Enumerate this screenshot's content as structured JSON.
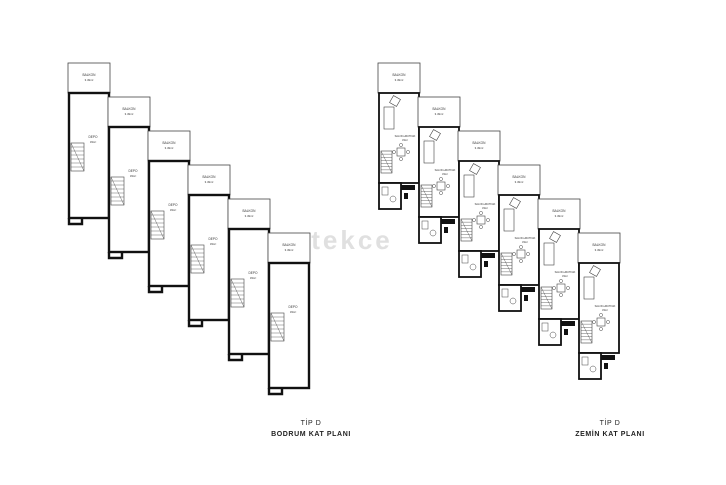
{
  "captions": {
    "left": {
      "line1": "TİP D",
      "line2": "BODRUM KAT PLANI"
    },
    "right": {
      "line1": "TİP D",
      "line2": "ZEMİN KAT PLANI"
    }
  },
  "basement_units": [
    {
      "balcony": "BALKON",
      "balcony_area": "3.49m²",
      "room": "DEPO",
      "room_area": "33m²"
    },
    {
      "balcony": "BALKON",
      "balcony_area": "3.49m²",
      "room": "DEPO",
      "room_area": "33m²"
    },
    {
      "balcony": "BALKON",
      "balcony_area": "3.49m²",
      "room": "DEPO",
      "room_area": "33m²"
    },
    {
      "balcony": "BALKON",
      "balcony_area": "3.49m²",
      "room": "DEPO",
      "room_area": "33m²"
    },
    {
      "balcony": "BALKON",
      "balcony_area": "3.49m²",
      "room": "DEPO",
      "room_area": "33m²"
    },
    {
      "balcony": "BALKON",
      "balcony_area": "3.49m²",
      "room": "DEPO",
      "room_area": "33m²"
    }
  ],
  "ground_units": [
    {
      "balcony": "BALKON",
      "balcony_area": "3.49m²",
      "room": "SALON+MUTFAK",
      "room_area": "33m²"
    },
    {
      "balcony": "BALKON",
      "balcony_area": "3.49m²",
      "room": "SALON+MUTFAK",
      "room_area": "33m²"
    },
    {
      "balcony": "BALKON",
      "balcony_area": "3.49m²",
      "room": "SALON+MUTFAK",
      "room_area": "33m²"
    },
    {
      "balcony": "BALKON",
      "balcony_area": "3.49m²",
      "room": "SALON+MUTFAK",
      "room_area": "33m²"
    },
    {
      "balcony": "BALKON",
      "balcony_area": "3.49m²",
      "room": "SALON+MUTFAK",
      "room_area": "33m²"
    },
    {
      "balcony": "BALKON",
      "balcony_area": "3.49m²",
      "room": "SALON+MUTFAK",
      "room_area": "33m²"
    }
  ],
  "watermark": "tekce",
  "colors": {
    "wall": "#111111",
    "line": "#444444",
    "watermark": "#d6d6d6"
  }
}
